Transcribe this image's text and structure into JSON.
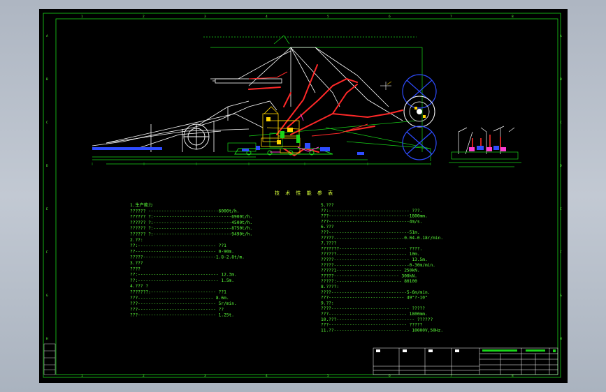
{
  "drawing": {
    "notes_title": "技 术 性 能 参 表",
    "left_column": [
      "1.生产能力",
      "  ??????      ---------------------------6000t/h.",
      "  ??????  ?:------------------------------6900t/h.",
      "  ??????  ?:------------------------------4500t/h.",
      "  ??????  ?:------------------------------8750t/h.",
      "  ??????  ?:------------------------------9490t/h.",
      "2.??:",
      "  ??:------------------------------ ??1",
      "  ??------------------------------- 0-90m.",
      "  ?????----------------------------1.8-2.8t/m.",
      "3.???",
      "  ????",
      "    ??:------------------------------- 12.3m.",
      "    ??:------------------------------- 1.5m.",
      "4.??? ?",
      "  ???????:------------------------- ??1",
      "  ???----------------------------- 8.6m.",
      "  ???------------------------------ 5r/min.",
      "  ???------------------------------ ??",
      "  ???------------------------------ 1.25t."
    ],
    "right_column": [
      "5.???",
      "  ??:------------------------------- ???.",
      "  ???-------------------------------1800mm.",
      "  ???-------------------------------4m/s.",
      "6.???",
      "  ???-------------------------------51m.",
      "  ?????---------------------------0.04-0.18r/min.",
      "7.????",
      "  ???????-------------------------- ????.",
      "  ??????--------------------------- 10m.",
      "  ?????----------------------------- 13.5m.",
      "  ?????-----------------------------0-30m/min.",
      "  ?????1------------------------- 250kN.",
      "  ?????------------------------- 300kN.",
      "  ?????:------------------------- 80100",
      "8.????:",
      "  ????-----------------------------5-6m/min.",
      "  ???----------------------------- 49°?-10°",
      "9.??:",
      "  ????------------------------------ ?????",
      "  ???------------------------------ 1800mm.",
      "10.???------------------------------ ??????",
      "  ???------------------------------ ?????",
      "11.??----------------------------- 10000V,50Hz."
    ],
    "border_zone_numbers": [
      "1",
      "2",
      "3",
      "4",
      "5",
      "6",
      "7",
      "8"
    ],
    "border_zone_letters": [
      "A",
      "B",
      "C",
      "D",
      "E",
      "F",
      "G",
      "H"
    ]
  },
  "colors": {
    "background": "#000000",
    "frame": "#19d619",
    "structure_white": "#ffffff",
    "boom_red": "#ff2828",
    "machinery_yellow": "#ffd400",
    "wheel_blue": "#2e4cff",
    "magenta": "#ff3cd2",
    "notes_green": "#5cff3a"
  },
  "icons": {
    "bucket_wheel": "bucket-wheel-icon",
    "drive_drum": "drum-icon",
    "crosshair": "cursor-crosshair-icon"
  }
}
